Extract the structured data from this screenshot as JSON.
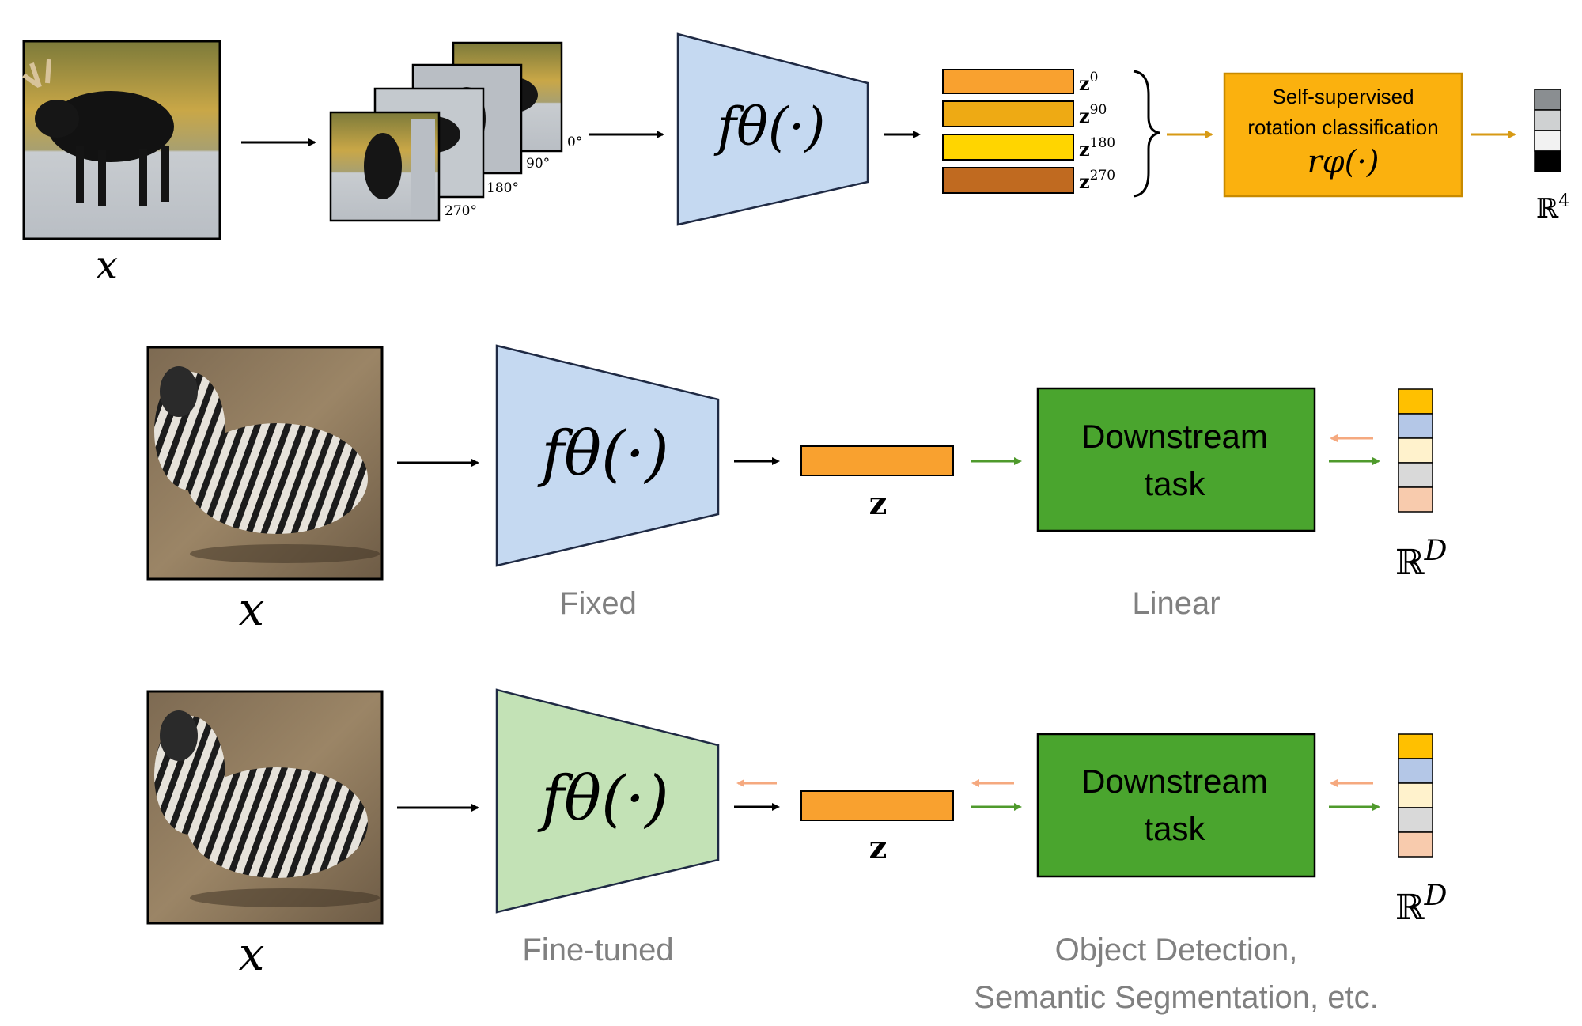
{
  "top_row": {
    "input_var": "x",
    "rotation_labels": [
      "0°",
      "90°",
      "180°",
      "270°"
    ],
    "encoder_label": "fθ(·)",
    "features": [
      {
        "base": "z",
        "sup": "0",
        "color": "#f9a12f"
      },
      {
        "base": "z",
        "sup": "90",
        "color": "#eeaa14"
      },
      {
        "base": "z",
        "sup": "180",
        "color": "#ffd500"
      },
      {
        "base": "z",
        "sup": "270",
        "color": "#c06a20"
      }
    ],
    "classifier": {
      "line1": "Self-supervised",
      "line2": "rotation classification",
      "func": "rφ(·)",
      "color": "#fbb10e"
    },
    "output_space": {
      "base": "ℝ",
      "sup": "4"
    },
    "output_cells": [
      "#8a8e91",
      "#cfd1d2",
      "#f2f2f2",
      "#000000"
    ]
  },
  "middle_row": {
    "input_var": "x",
    "encoder_label": "fθ(·)",
    "encoder_caption": "Fixed",
    "feature_label": "z",
    "task_line1": "Downstream",
    "task_line2": "task",
    "task_caption": "Linear",
    "output_space": {
      "base": "ℝ",
      "sup": "D"
    }
  },
  "bottom_row": {
    "input_var": "x",
    "encoder_label": "fθ(·)",
    "encoder_caption": "Fine-tuned",
    "feature_label": "z",
    "task_line1": "Downstream",
    "task_line2": "task",
    "task_caption_line1": "Object Detection,",
    "task_caption_line2": "Semantic Segmentation, etc.",
    "output_space": {
      "base": "ℝ",
      "sup": "D"
    }
  },
  "colors": {
    "encoder_blue": "#c5d9f1",
    "encoder_green": "#c3e2b6",
    "task_green": "#4aa52e",
    "feature_orange": "#f9a12f",
    "forward_arrow_green": "#4f9a2c",
    "backward_arrow_salmon": "#f5a97f",
    "gold_arrow": "#d79a14",
    "caption_gray": "#808080"
  },
  "output_cells_D": [
    "#ffc000",
    "#b4c7e7",
    "#fff2cc",
    "#d9d9d9",
    "#f8cbad"
  ]
}
